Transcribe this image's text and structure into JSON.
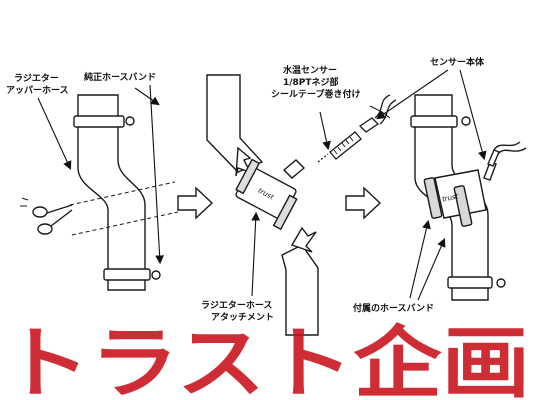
{
  "labels": {
    "radiator_upper_hose_1": "ラジエター",
    "radiator_upper_hose_2": "アッパーホース",
    "genuine_hose_band": "純正ホースバンド",
    "water_temp_sensor_1": "水温センサー",
    "water_temp_sensor_2": "1/8PTネジ部",
    "water_temp_sensor_3": "シールテープ巻き付け",
    "sensor_body": "センサー本体",
    "radiator_hose_attachment_1": "ラジエターホース",
    "radiator_hose_attachment_2": "アタッチメント",
    "included_hose_band": "付属のホースバンド"
  },
  "watermark": {
    "text": "トラスト企画",
    "color": "#c8101a"
  },
  "attachment_logo": {
    "text": "trust"
  },
  "icons": [
    "scissors-icon",
    "right-arrow-icon",
    "down-arrow-icon",
    "up-arrow-icon"
  ],
  "colors": {
    "line": "#1a1a1a",
    "fill": "#ffffff",
    "shade": "#d8d8d8",
    "watermark": "#c8101a"
  }
}
